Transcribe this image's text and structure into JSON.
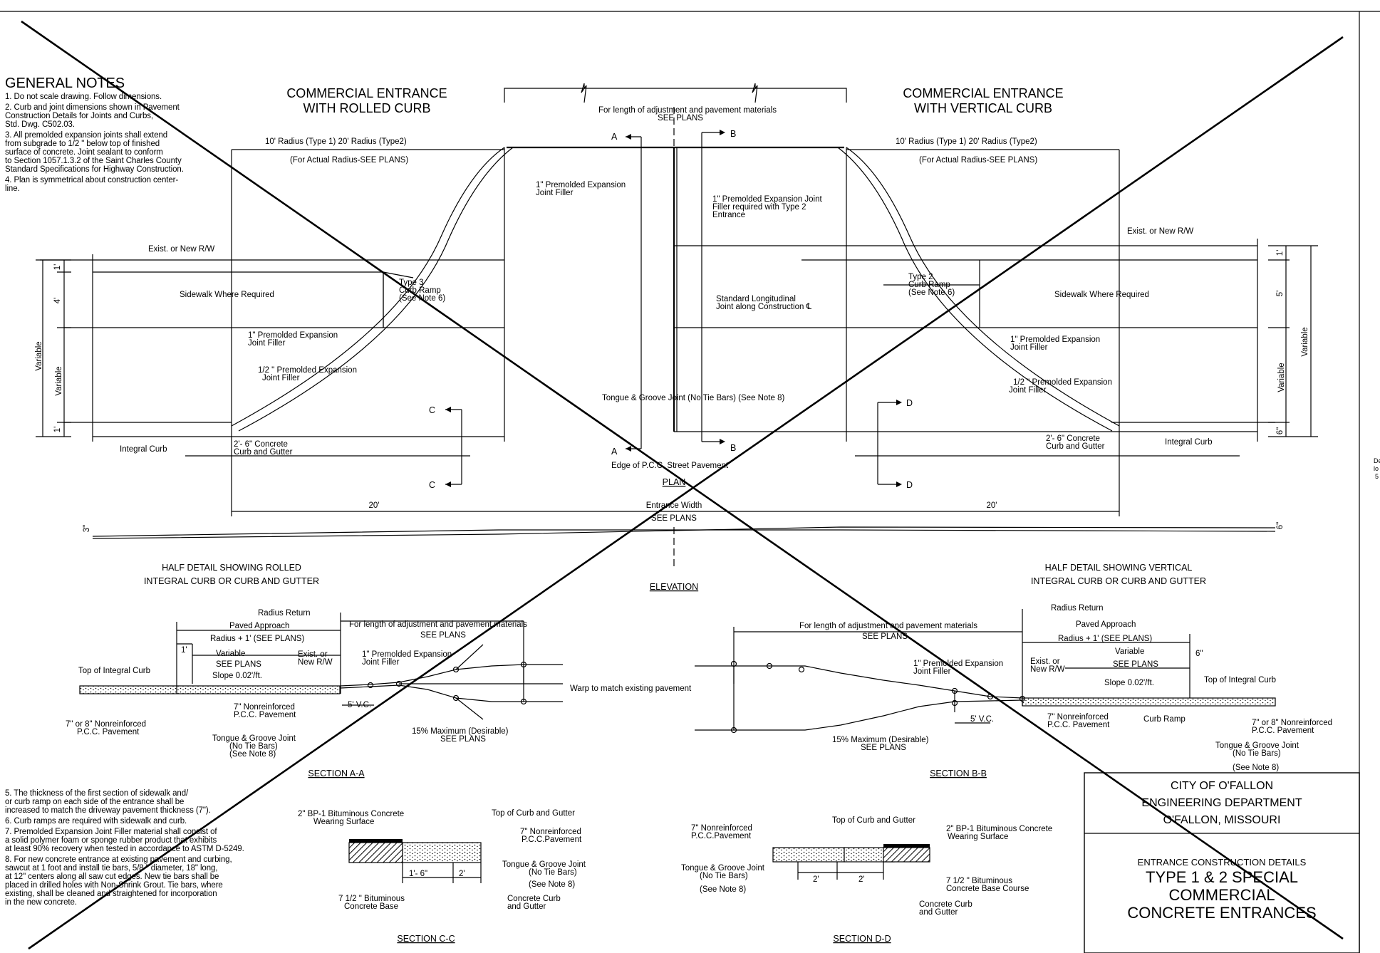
{
  "general_notes": {
    "title": "GENERAL NOTES",
    "notes_top": [
      "1.  Do not scale drawing.  Follow dimensions.",
      "2.  Curb and joint dimensions shown in Pavement\n     Construction Details for Joints and Curbs,\n     Std. Dwg. C502.03.",
      "3.  All premolded expansion joints shall extend\n     from subgrade to  1/2 \" below top of finished\n     surface of concrete.  Joint sealant to conform\n     to Section 1057.1.3.2 of the Saint Charles County\n     Standard Specifications for Highway Construction.",
      "4.  Plan is symmetrical about construction center-\n     line."
    ],
    "notes_bottom": [
      "5.  The thickness of the first section of sidewalk and/\n     or curb ramp on each side of the entrance shall be\n     increased to match the driveway pavement thickness (7\").",
      "6.  Curb ramps are required with sidewalk and curb.",
      "7.  Premolded Expansion Joint Filler material shall consist of\n     a solid polymer foam or sponge rubber product that exhibits\n     at least 90% recovery when tested in accordance to ASTM D-5249.",
      "8.  For new concrete entrance at existing pavement and curbing,\n     sawcut at 1 foot and install tie bars,  5/8 \" diameter, 18\" long,\n     at 12\" centers along all saw cut edges.  New tie bars shall be\n     placed in drilled holes with Non-Shrink Grout.  Tie bars, where\n     existing, shall be cleaned and straightened for incorporation\n     in the new concrete."
    ]
  },
  "plan": {
    "left_title": [
      "COMMERCIAL ENTRANCE",
      "WITH ROLLED CURB"
    ],
    "right_title": [
      "COMMERCIAL ENTRANCE",
      "WITH VERTICAL CURB"
    ],
    "radius_line": "10' Radius (Type 1)   20' Radius (Type2)",
    "radius_note": "(For Actual Radius-SEE PLANS)",
    "length_note": "For length of adjustment and pavement materials",
    "see_plans": "SEE PLANS",
    "section_a": "A",
    "section_b": "B",
    "section_c": "C",
    "section_d": "D",
    "exist_rw": "Exist. or New R/W",
    "sidewalk": "Sidewalk Where Required",
    "type3_ramp": [
      "Type 3",
      "Curb Ramp",
      "(See Note 6)"
    ],
    "type2_ramp": [
      "Type 2",
      "Curb Ramp",
      "(See Note 6)"
    ],
    "premolded_1": [
      "1\" Premolded Expansion",
      "Joint Filler"
    ],
    "premolded_half": [
      "1/2 \" Premolded Expansion",
      "Joint Filler"
    ],
    "premolded_type2": [
      "1\" Premolded Expansion Joint",
      "Filler required with Type 2",
      "Entrance"
    ],
    "long_joint": [
      "Standard Longitudinal",
      "Joint along Construction ℄"
    ],
    "tongue_groove": "Tongue & Groove Joint (No Tie Bars) (See Note 8)",
    "integral_curb": "Integral Curb",
    "curb_gutter": [
      "2'- 6\" Concrete",
      "Curb and Gutter"
    ],
    "edge_pcc": "Edge of P.C.C. Street Pavement",
    "plan_label": "PLAN",
    "dim_20": "20'",
    "entrance_width": "Entrance Width",
    "dim_variable": "Variable",
    "dim_1": "1'",
    "dim_4": "4'",
    "dim_5": "5'",
    "dim_6": "6\"",
    "dim_3": "3\""
  },
  "elevation": {
    "label": "ELEVATION",
    "left_half": [
      "HALF DETAIL SHOWING ROLLED",
      "INTEGRAL CURB OR CURB AND GUTTER"
    ],
    "right_half": [
      "HALF DETAIL SHOWING VERTICAL",
      "INTEGRAL CURB OR CURB AND GUTTER"
    ],
    "radius_return": "Radius Return",
    "paved_approach": "Paved Approach",
    "radius_plus": "Radius + 1' (SEE PLANS)",
    "variable": "Variable",
    "slope": "Slope 0.02'/ft.",
    "top_integral": "Top of Integral Curb",
    "exist_rw": [
      "Exist. or",
      "New R/W"
    ],
    "nonreinforced_7": [
      "7\" Nonreinforced",
      "P.C.C. Pavement"
    ],
    "nonreinforced_78": [
      "7\" or 8\" Nonreinforced",
      "P.C.C. Pavement"
    ],
    "tg_joint": [
      "Tongue & Groove Joint",
      "(No Tie Bars)",
      "(See Note 8)"
    ],
    "vc": "5' V.C.",
    "max15": [
      "15% Maximum (Desirable)",
      "SEE PLANS"
    ],
    "warp": "Warp to match existing pavement",
    "curb_ramp": "Curb Ramp",
    "section_aa": "SECTION   A-A",
    "section_bb": "SECTION   B-B"
  },
  "sections_cd": {
    "bp1": [
      "2\" BP-1 Bituminous Concrete",
      "Wearing Surface"
    ],
    "top_cg": "Top of Curb and Gutter",
    "nonreinforced": [
      "7\" Nonreinforced",
      "P.C.C.Pavement"
    ],
    "tg": [
      "Tongue & Groove Joint",
      "(No Tie Bars)",
      "(See Note 8)"
    ],
    "bit_base": [
      "7 1/2 \" Bituminous",
      "Concrete Base"
    ],
    "bit_base_course": [
      "7 1/2 \" Bituminous",
      "Concrete Base Course"
    ],
    "concrete_curb": [
      "Concrete Curb",
      "and Gutter"
    ],
    "dim_16": "1'- 6\"",
    "dim_2": "2'",
    "section_cc": "SECTION   C-C",
    "section_dd": "SECTION   D-D"
  },
  "title_block": {
    "agency": [
      "CITY OF O'FALLON",
      "ENGINEERING DEPARTMENT",
      "O'FALLON, MISSOURI"
    ],
    "subtitle": "ENTRANCE CONSTRUCTION DETAILS",
    "title": [
      "TYPE 1 & 2 SPECIAL",
      "COMMERCIAL",
      "CONCRETE ENTRANCES"
    ]
  },
  "margin_fragment": [
    "De",
    "lo",
    "5"
  ]
}
